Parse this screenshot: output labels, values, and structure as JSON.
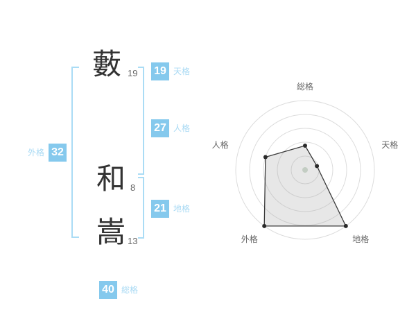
{
  "name": {
    "chars": [
      {
        "glyph": "藪",
        "strokes": "19"
      },
      {
        "glyph": "和",
        "strokes": "8"
      },
      {
        "glyph": "嵩",
        "strokes": "13"
      }
    ]
  },
  "gokaku": {
    "tenkaku": {
      "value": "19",
      "label": "天格"
    },
    "jinkaku": {
      "value": "27",
      "label": "人格"
    },
    "chikaku": {
      "value": "21",
      "label": "地格"
    },
    "gaikaku": {
      "value": "32",
      "label": "外格"
    },
    "soukaku": {
      "value": "40",
      "label": "総格"
    }
  },
  "colors": {
    "badge_blue": "#85c9ed",
    "label_blue": "#a9daf4",
    "bracket_blue": "#aadcf5",
    "kanji_text": "#333333"
  },
  "chart_data": {
    "type": "radar",
    "title": "",
    "categories": [
      "総格",
      "天格",
      "地格",
      "外格",
      "人格"
    ],
    "values": [
      35,
      18,
      100,
      100,
      60
    ],
    "max": 100,
    "rings": 5,
    "start_angle_deg": -90,
    "direction": "clockwise",
    "grid": "concentric-circles",
    "ring_color": "#dcdcdc",
    "polygon_stroke": "#3a3a3a",
    "polygon_fill": "rgba(170,170,170,0.28)",
    "point_color": "#2a2a2a",
    "center_dot_color": "#c3cdc3",
    "label_color": "#666666"
  }
}
